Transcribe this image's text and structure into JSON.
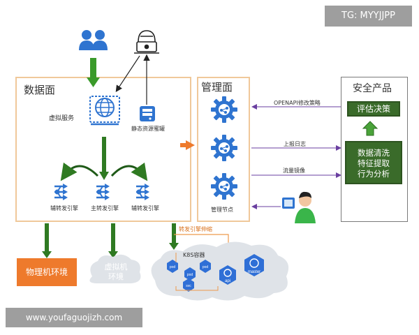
{
  "watermark_top": "TG: MYYJJPP",
  "watermark_bottom": "www.youfaguojizh.com",
  "data_plane": {
    "title": "数据面",
    "virtual_service_label": "虚拟服务",
    "static_honeypot_label": "静态资源蜜罐",
    "engines": [
      "辅转发引擎",
      "主转发引擎",
      "辅转发引擎"
    ]
  },
  "mgmt_plane": {
    "title": "管理面",
    "node_label": "管理节点"
  },
  "security_product": {
    "title": "安全产品",
    "evaluate_label": "评估决策",
    "clean_label_lines": [
      "数据清洗",
      "特征提取",
      "行为分析"
    ]
  },
  "flows": {
    "openapi": "OPENAPI修改策略",
    "report_log": "上报日志",
    "traffic_mirror": "流量镜像",
    "engine_scale": "转发引擎伸缩"
  },
  "environments": {
    "physical": "物理机环境",
    "virtual_lines": [
      "虚拟机",
      "环境"
    ],
    "k8s_title": "K8S容器",
    "k8s_items": [
      "pod",
      "pod",
      "pod",
      "svc",
      "api",
      "master"
    ]
  },
  "colors": {
    "green_arrow": "#3a9a2a",
    "orange_border": "#f0c89a",
    "orange_arrow": "#ee7a2c",
    "blue_icon": "#2f74d0",
    "purple_arrow": "#6a3fa0",
    "dark_green_box": "#3a6b2a"
  },
  "icons": [
    "users-icon",
    "hacker-laptop-icon",
    "globe-monitor-icon",
    "database-icon",
    "network-engine-icon",
    "gear-icon",
    "analyst-person-icon",
    "kubernetes-icon"
  ]
}
